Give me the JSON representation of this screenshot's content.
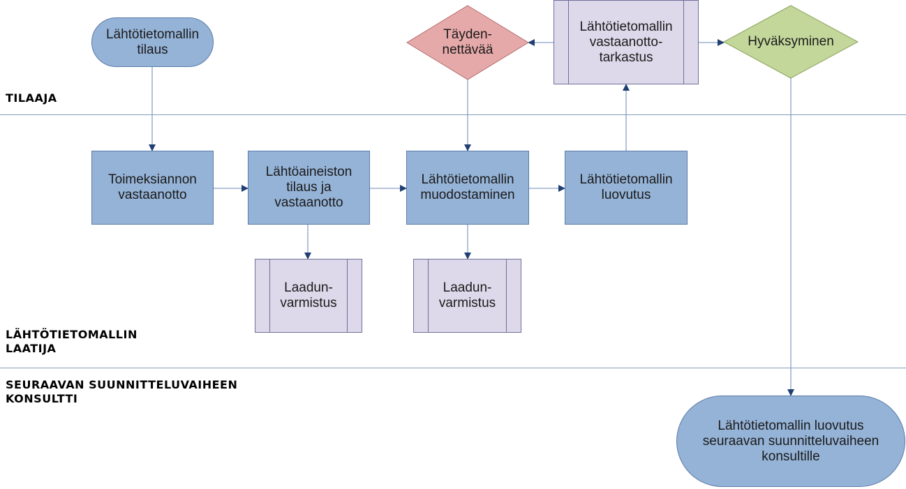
{
  "lanes": {
    "tilaaja": "TILAAJA",
    "laatija": "LÄHTÖTIETOMALLIN\nLAATIJA",
    "konsultti": "SEURAAVAN SUUNNITTELUVAIHEEN\nKONSULTTI"
  },
  "nodes": {
    "tilaus": "Lähtötietomallin\ntilaus",
    "taydennettavaa": "Täyden-\nnettävää",
    "tarkastus": "Lähtötietomallin\nvastaanotto-\ntarkastus",
    "hyvaksyminen": "Hyväksyminen",
    "toimeksianto": "Toimeksiannon\nvastaanotto",
    "lahtoaineisto": "Lähtöaineiston\ntilaus ja\nvastaanotto",
    "muodostaminen": "Lähtötietomallin\nmuodostaminen",
    "luovutus": "Lähtötietomallin\nluovutus",
    "laadunvarmistus_1": "Laadun-\nvarmistus",
    "laadunvarmistus_2": "Laadun-\nvarmistus",
    "luovutus_konsultille": "Lähtötietomallin luovutus\nseuraavan suunnitteluvaiheen\nkonsultille"
  },
  "colors": {
    "process": "#95b3d7",
    "subprocess": "#ddd9ea",
    "decision_reject": "#e6a9a9",
    "decision_accept": "#c4d79b",
    "connector": "#1f3f73",
    "lane_line": "#7f9db9"
  }
}
